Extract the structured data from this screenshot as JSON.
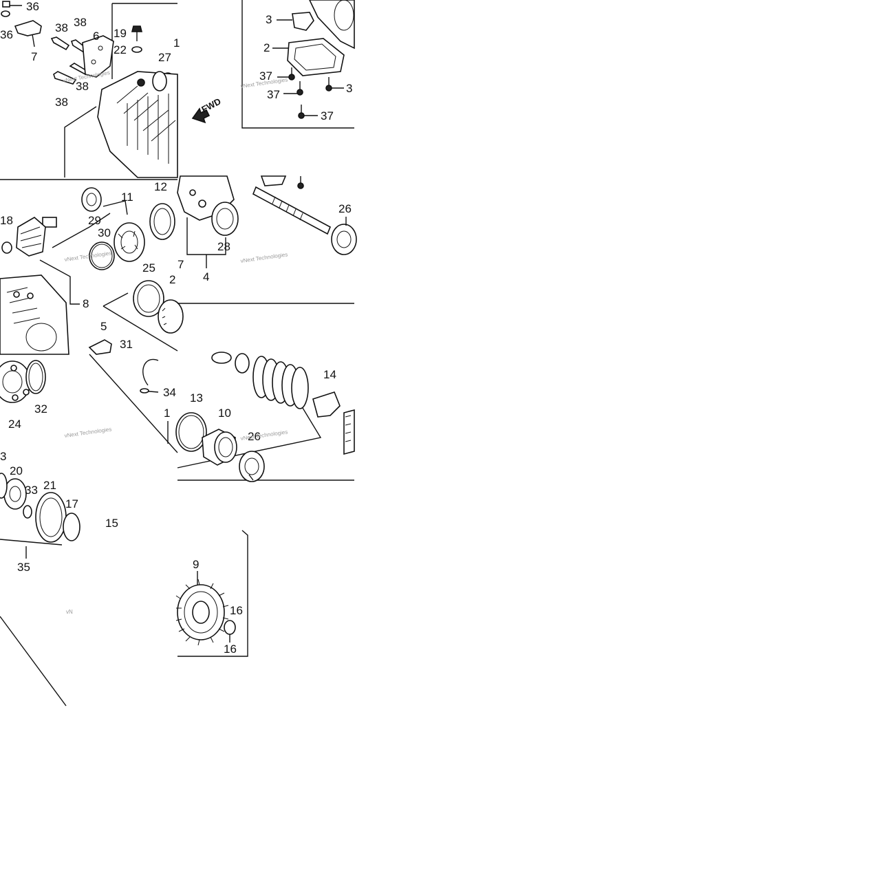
{
  "diagram": {
    "direction_marker": "FWD",
    "watermark": "vNext Technologies",
    "watermark_partial": "vN",
    "callouts": {
      "c36a": "36",
      "c36b": "36",
      "c7": "7",
      "c38a": "38",
      "c38b": "38",
      "c6": "6",
      "c19": "19",
      "c22": "22",
      "c27": "27",
      "c1a": "1",
      "c38c": "38",
      "c38d": "38",
      "c3a": "3",
      "c2": "2",
      "c37a": "37",
      "c37b": "37",
      "c3b": "3",
      "c37c": "37",
      "c29": "29",
      "c11": "11",
      "c12": "12",
      "c18": "18",
      "c30": "30",
      "c28": "28",
      "c26a": "26",
      "c7b": "7",
      "c4": "4",
      "c25": "25",
      "c2b": "2",
      "c8": "8",
      "c5": "5",
      "c31": "31",
      "c34": "34",
      "c32": "32",
      "c24": "24",
      "c13": "13",
      "c10": "10",
      "c26b": "26",
      "c1b": "1",
      "c14": "14",
      "c3c": "3",
      "c20": "20",
      "c33": "33",
      "c21": "21",
      "c17": "17",
      "c15": "15",
      "c35": "35",
      "c9": "9",
      "c16a": "16",
      "c16b": "16"
    }
  }
}
